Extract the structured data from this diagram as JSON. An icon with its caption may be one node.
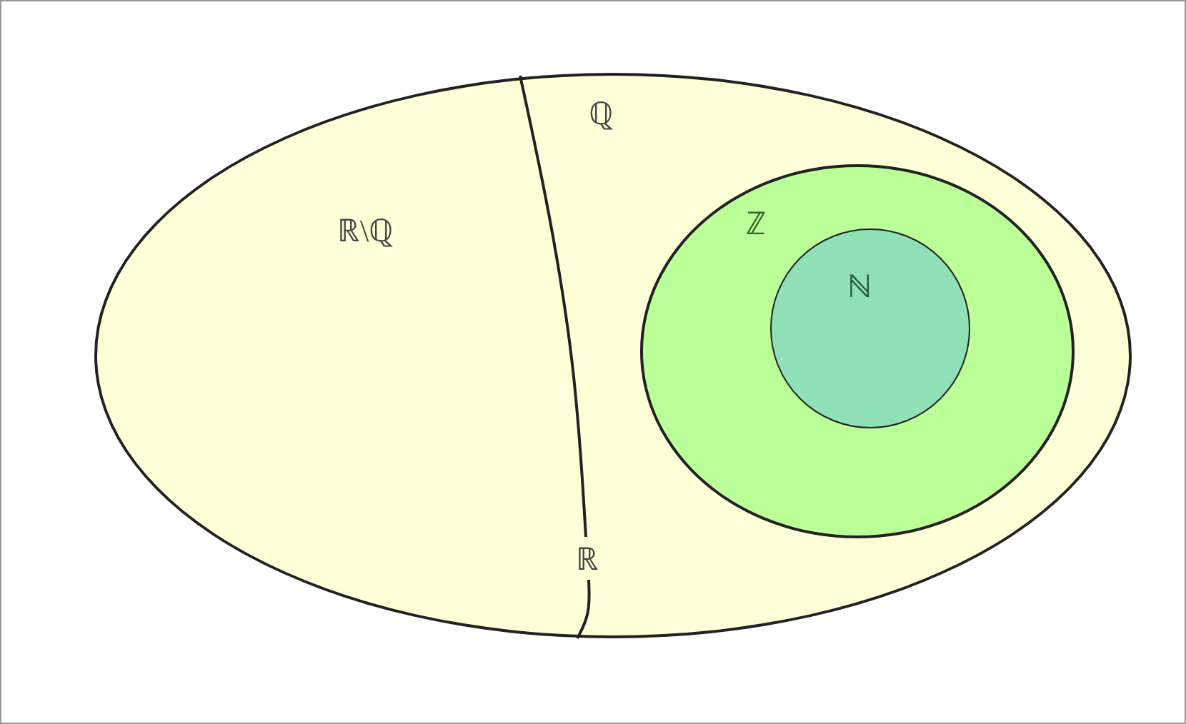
{
  "diagram": {
    "nodes": [
      {
        "text": [
          "ℝ"
        ]
      },
      {
        "text": [
          "ℤ"
        ],
        "in": 0
      },
      {
        "text": [
          "ℕ"
        ],
        "in": 1
      }
    ],
    "labels": [
      "ℝ\\ℚ",
      "ℚ"
    ]
  }
}
